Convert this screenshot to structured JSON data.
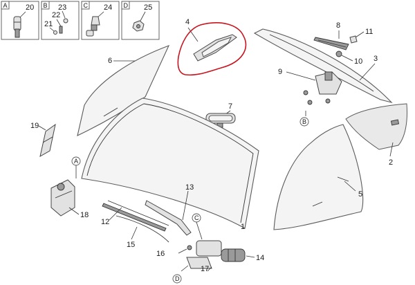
{
  "legend_boxes": [
    {
      "letter": "A",
      "numbers": [
        "20"
      ]
    },
    {
      "letter": "B",
      "numbers": [
        "23",
        "22",
        "21"
      ]
    },
    {
      "letter": "C",
      "numbers": [
        "24"
      ]
    },
    {
      "letter": "D",
      "numbers": [
        "25"
      ]
    }
  ],
  "callouts": {
    "c1": "1",
    "c2": "2",
    "c3": "3",
    "c4": "4",
    "c5": "5",
    "c6": "6",
    "c7": "7",
    "c8": "8",
    "c9": "9",
    "c10": "10",
    "c11": "11",
    "c12": "12",
    "c13": "13",
    "c14": "14",
    "c15": "15",
    "c16": "16",
    "c17": "17",
    "c18": "18",
    "c19": "19"
  },
  "circle_letters": {
    "a": "A",
    "b": "B",
    "c": "C",
    "d": "D"
  },
  "highlight_color": "#c8141e"
}
